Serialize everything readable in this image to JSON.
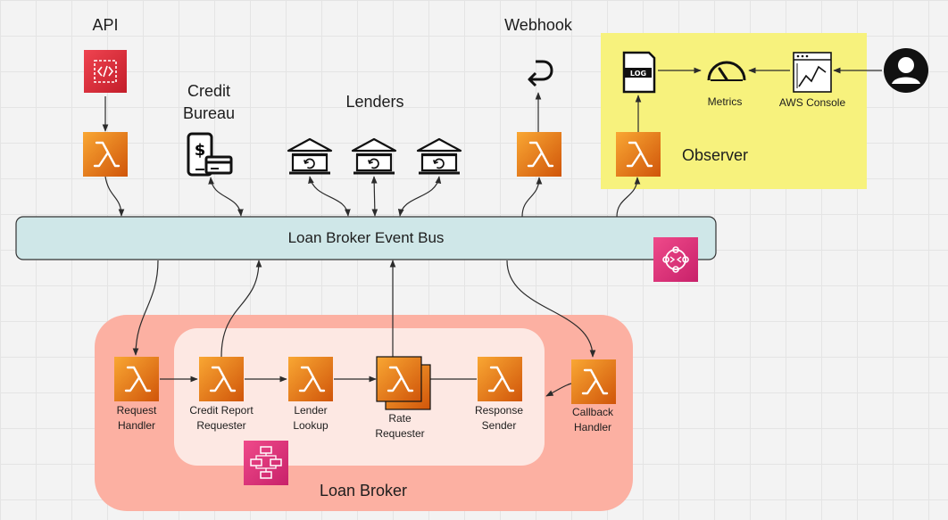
{
  "labels": {
    "api": "API",
    "credit_bureau_1": "Credit",
    "credit_bureau_2": "Bureau",
    "lenders": "Lenders",
    "webhook": "Webhook",
    "observer": "Observer",
    "metrics": "Metrics",
    "aws_console": "AWS Console",
    "log": "LOG",
    "event_bus": "Loan Broker Event Bus",
    "loan_broker": "Loan Broker",
    "request_handler_1": "Request",
    "request_handler_2": "Handler",
    "credit_report_requester_1": "Credit Report",
    "credit_report_requester_2": "Requester",
    "lender_lookup_1": "Lender",
    "lender_lookup_2": "Lookup",
    "rate_requester_1": "Rate",
    "rate_requester_2": "Requester",
    "response_sender_1": "Response",
    "response_sender_2": "Sender",
    "callback_handler_1": "Callback",
    "callback_handler_2": "Handler"
  },
  "colors": {
    "lambda_top": "#f7a12f",
    "lambda_bottom": "#d45b08",
    "api_gateway": "#d82b32",
    "event_bus_fill": "#cfe7e8",
    "loan_broker_outer": "#fcb0a2",
    "loan_broker_inner": "#fde8e3",
    "observer_fill": "#f7f27d",
    "eventbridge": "#e0357a"
  }
}
